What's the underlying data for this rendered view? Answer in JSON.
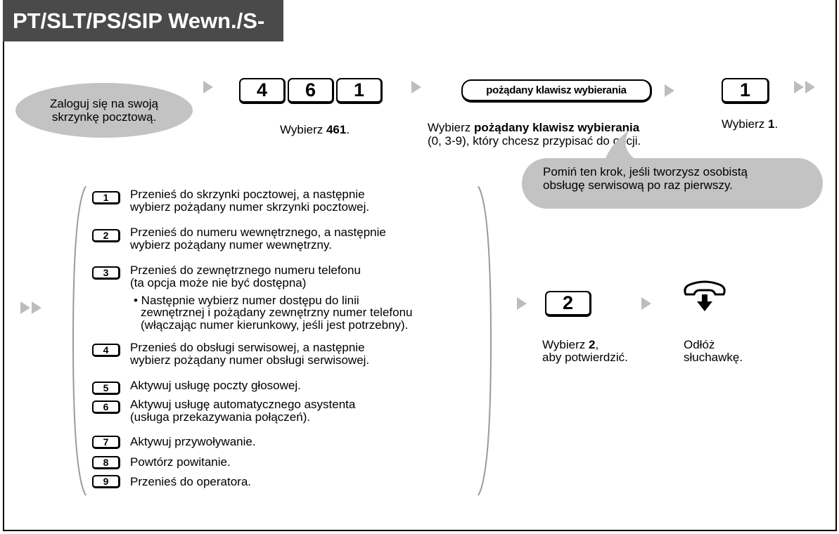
{
  "title": "PT/SLT/PS/SIP Wewn./S-PS",
  "step1": {
    "bubble_line1": "Zaloguj się na swoją",
    "bubble_line2": "skrzynkę pocztową."
  },
  "step2": {
    "keys": [
      "4",
      "6",
      "1"
    ],
    "caption_prefix": "Wybierz ",
    "caption_bold": "461",
    "caption_suffix": "."
  },
  "step3": {
    "key_label": "pożądany klawisz wybierania",
    "caption_prefix": "Wybierz ",
    "caption_bold": "pożądany klawisz wybierania",
    "caption_line2": "(0, 3-9), który chcesz przypisać do opcji."
  },
  "step4": {
    "key": "1",
    "caption_prefix": "Wybierz ",
    "caption_bold": "1",
    "caption_suffix": "."
  },
  "callout": {
    "line1": "Pomiń ten krok, jeśli tworzysz osobistą",
    "line2": "obsługę serwisową po raz pierwszy."
  },
  "options": [
    {
      "key": "1",
      "lines": [
        "Przenieś do skrzynki pocztowej, a następnie",
        "wybierz pożądany numer skrzynki pocztowej."
      ]
    },
    {
      "key": "2",
      "lines": [
        "Przenieś do numeru wewnętrznego, a następnie",
        "wybierz pożądany numer wewnętrzny."
      ]
    },
    {
      "key": "3",
      "lines": [
        "Przenieś do zewnętrznego numeru telefonu",
        "(ta opcja może nie być dostępna)"
      ],
      "sub": [
        "• Następnie wybierz numer dostępu do linii",
        "zewnętrznej i pożądany zewnętrzny numer telefonu",
        "(włączając numer kierunkowy, jeśli jest potrzebny)."
      ]
    },
    {
      "key": "4",
      "lines": [
        "Przenieś do obsługi serwisowej, a następnie",
        "wybierz pożądany numer obsługi serwisowej."
      ]
    },
    {
      "key": "5",
      "lines": [
        "Aktywuj usługę poczty głosowej."
      ]
    },
    {
      "key": "6",
      "lines": [
        "Aktywuj usługę automatycznego asystenta",
        "(usługa przekazywania połączeń)."
      ]
    },
    {
      "key": "7",
      "lines": [
        "Aktywuj przywoływanie."
      ]
    },
    {
      "key": "8",
      "lines": [
        "Powtórz powitanie."
      ]
    },
    {
      "key": "9",
      "lines": [
        "Przenieś do operatora."
      ]
    }
  ],
  "step5": {
    "key": "2",
    "caption_prefix": "Wybierz ",
    "caption_bold": "2",
    "caption_suffix": ",",
    "caption_line2": "aby potwierdzić."
  },
  "step6": {
    "caption_line1": "Odłóż",
    "caption_line2": "słuchawkę."
  },
  "icons": {
    "continue": "double-arrow-icon",
    "next": "arrow-icon",
    "hangup": "handset-hangup-icon"
  }
}
